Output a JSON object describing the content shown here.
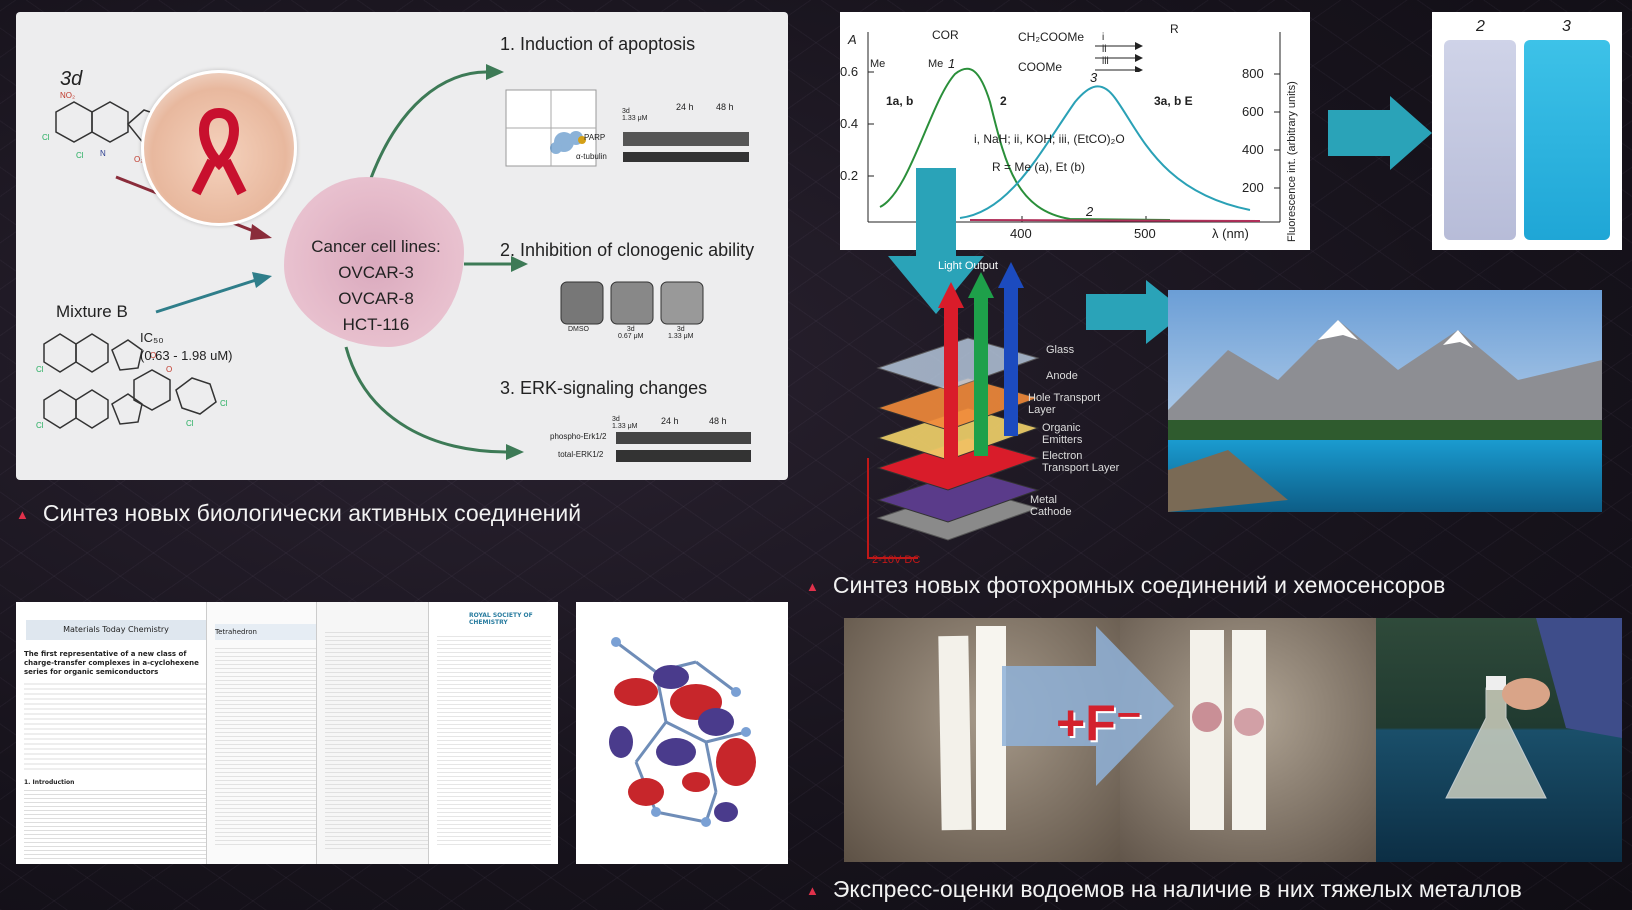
{
  "bio_panel": {
    "compound_3d": "3d",
    "mixture_b": "Mixture B",
    "ic50_label": "IC₅₀",
    "ic50_range": "(0.63 - 1.98 uM)",
    "cell_lines_title": "Cancer cell lines:",
    "cell_lines": [
      "OVCAR-3",
      "OVCAR-8",
      "HCT-116"
    ],
    "outcomes": [
      "1. Induction of apoptosis",
      "2. Inhibition of clonogenic ability",
      "3. ERK-signaling changes"
    ],
    "apoptosis_blot": {
      "times": [
        "24 h",
        "48 h"
      ],
      "conc": "3d\n1.33 μM",
      "rows": [
        "PARP",
        "α-tubulin"
      ]
    },
    "clonogenic": {
      "labels": [
        "DMSO",
        "3d\n0.67 μM",
        "3d\n1.33 μM"
      ]
    },
    "erk_blot": {
      "times": [
        "24 h",
        "48 h"
      ],
      "conc": "3d\n1.33 μM",
      "rows": [
        "phospho-Erk1/2",
        "total-ERK1/2"
      ]
    }
  },
  "captions": {
    "bio": "Синтез новых биологически активных соединений",
    "photo": "Синтез новых фотохромных соединений и хемосенсоров",
    "water": "Экспресс-оценки водоемов на наличие в них тяжелых металлов"
  },
  "spectrum": {
    "y_left_label": "A",
    "y_left_ticks": [
      "0.6",
      "0.4",
      "0.2"
    ],
    "y_right_label": "Fluorescence int. (arbitrary units)",
    "y_right_ticks": [
      "800",
      "600",
      "400",
      "200"
    ],
    "x_label": "λ (nm)",
    "x_ticks": [
      "400",
      "500"
    ],
    "curve_labels": [
      "1",
      "2",
      "3"
    ],
    "reagents": [
      "COR",
      "CH₂COOMe",
      "COOMe",
      "Me",
      "Me",
      "1a, b",
      "2",
      "3a, b E",
      "R"
    ],
    "steps": [
      "i",
      "ii",
      "iii"
    ],
    "conditions": "i, NaH; ii, KOH; iii, (EtCO)₂O",
    "r_def": "R = Me (a), Et (b)"
  },
  "vials": {
    "labels": [
      "2",
      "3"
    ]
  },
  "oled": {
    "title": "Light Output",
    "layers": [
      "Glass",
      "Anode",
      "Hole Transport Layer",
      "Organic Emitters",
      "Electron Transport Layer",
      "Metal Cathode"
    ],
    "voltage": "2-10V DC"
  },
  "papers": {
    "journals": [
      "Materials Today Chemistry",
      "Tetrahedron",
      "ROYAL SOCIETY OF CHEMISTRY"
    ],
    "title_1": "The first representative of a new class of charge-transfer complexes in a-cyclohexene series for organic semiconductors",
    "section": "1. Introduction"
  },
  "fluoride": {
    "label": "+F⁻"
  },
  "colors": {
    "accent_red": "#e0314b",
    "arrow_teal": "#2aa3b8",
    "arrow_green": "#3a7a5a"
  }
}
